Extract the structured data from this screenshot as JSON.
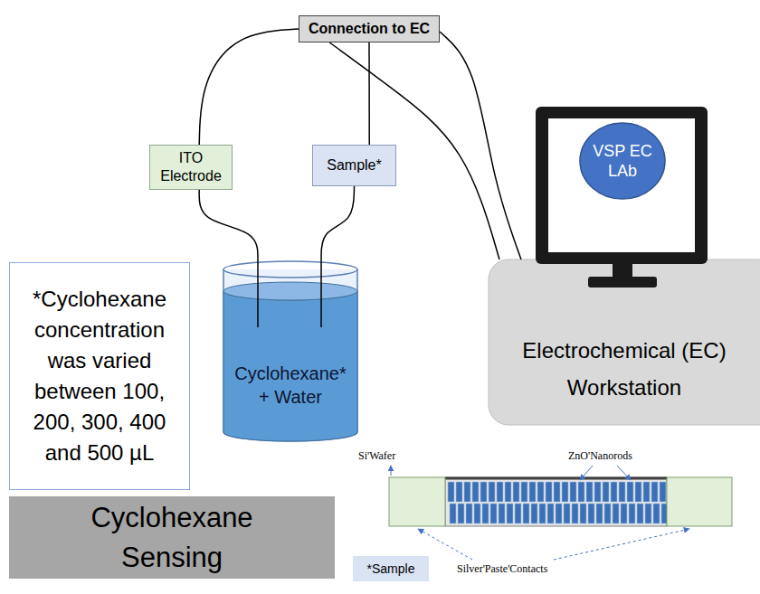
{
  "diagram": {
    "nodes": [
      {
        "text": [
          "Connection to EC"
        ]
      },
      {
        "text": [
          "ITO Electrode"
        ]
      },
      {
        "text": [
          "Sample*"
        ]
      },
      {
        "text": [
          "VSP EC LAb"
        ]
      },
      {
        "text": [
          "Cyclohexane* + Water"
        ]
      },
      {
        "text": [
          "*Cyclohexane concentration was varied between 100, 200, 300, 400 and 500 µL"
        ]
      },
      {
        "text": [
          "Electrochemical (EC) Workstation"
        ]
      },
      {
        "text": [
          "Cyclohexane Sensing"
        ]
      },
      {
        "text": [
          "*Sample"
        ]
      }
    ],
    "edges": [
      {
        "from": 0,
        "to": 1,
        "arrow": "none"
      },
      {
        "from": 0,
        "to": 2,
        "arrow": "none"
      },
      {
        "from": 0,
        "to": 6,
        "arrow": "none"
      },
      {
        "from": 0,
        "to": 6,
        "arrow": "none"
      },
      {
        "from": 1,
        "to": 4,
        "arrow": "none"
      },
      {
        "from": 2,
        "to": 4,
        "arrow": "none"
      }
    ],
    "labels": [
      "Si'Wafer",
      "ZnO'Nanorods",
      "Silver'Paste'Contacts"
    ]
  }
}
